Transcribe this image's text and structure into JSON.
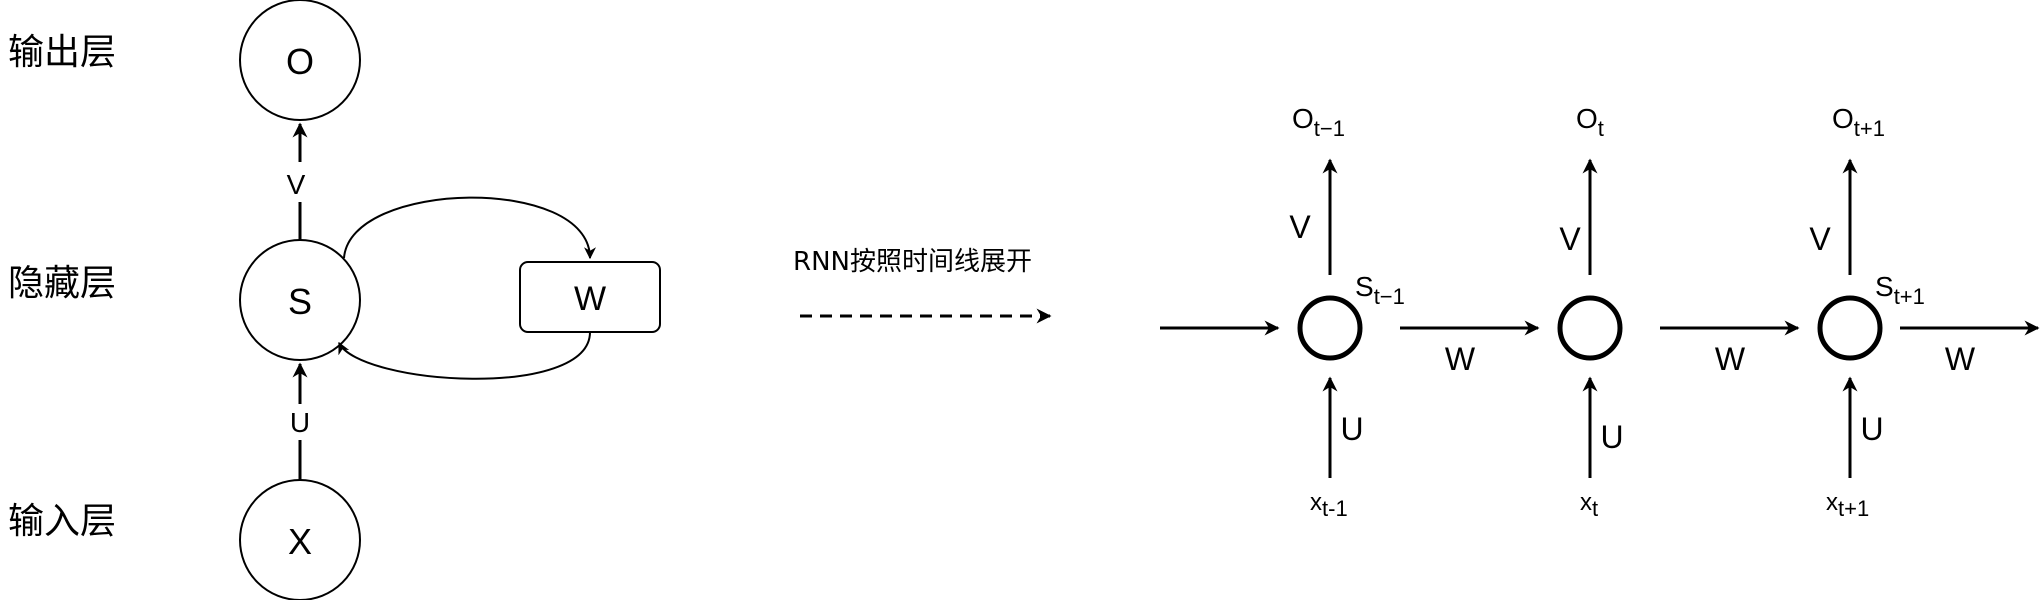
{
  "layer_labels": {
    "output": "输出层",
    "hidden": "隐藏层",
    "input": "输入层"
  },
  "folded": {
    "output_node": "O",
    "hidden_node": "S",
    "input_node": "X",
    "weight_box": "W",
    "edge_v": "V",
    "edge_u": "U"
  },
  "unfold": {
    "caption": "RNN按照时间线展开"
  },
  "unrolled": {
    "steps": [
      {
        "out_main": "O",
        "out_sub": "t−1",
        "state_main": "S",
        "state_sub": "t−1",
        "in_main": "x",
        "in_sub": "t-1",
        "v": "V",
        "u": "U",
        "w": "W"
      },
      {
        "out_main": "O",
        "out_sub": "t",
        "in_main": "x",
        "in_sub": "t",
        "v": "V",
        "u": "U",
        "w": "W"
      },
      {
        "out_main": "O",
        "out_sub": "t+1",
        "state_main": "S",
        "state_sub": "t+1",
        "in_main": "x",
        "in_sub": "t+1",
        "v": "V",
        "u": "U",
        "w": "W"
      }
    ]
  }
}
